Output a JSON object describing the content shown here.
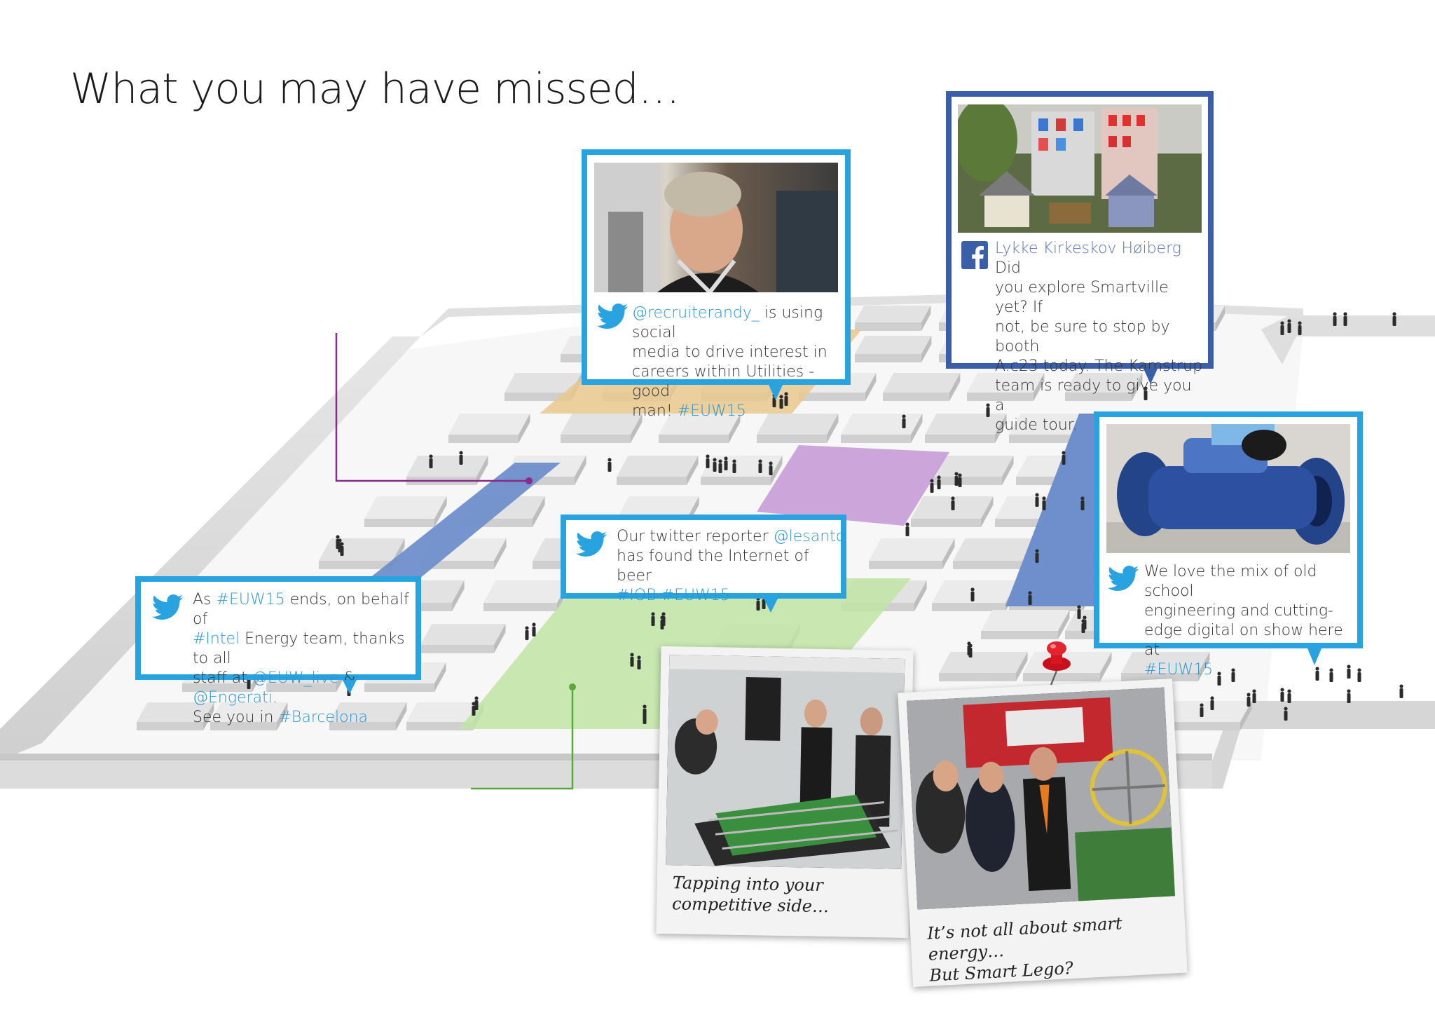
{
  "page": {
    "title": "What you may have missed…"
  },
  "colors": {
    "twitter_blue": "#29a3df",
    "facebook_blue": "#3b5ea8",
    "hashtag_blue": "#2b95cf",
    "zone_orange": "#e9c98e",
    "zone_purple": "#c79bd6",
    "zone_green": "#bfe4a4",
    "zone_blue": "#6f8fcc",
    "leader_purple": "#8a2b8a",
    "leader_green": "#5aa83c"
  },
  "cards": {
    "randy": {
      "network": "twitter",
      "icon": "twitter-bird-icon",
      "handle": "@recruiterandy_",
      "line1_rest": " is using social",
      "line2": "media to drive interest in",
      "line3": "careers within Utilities - good",
      "line4_pre": "man! ",
      "hashtag": "#EUW15"
    },
    "kamstrup": {
      "network": "facebook",
      "icon": "facebook-logo-icon",
      "author": "Lykke Kirkeskov Høiberg",
      "line1_rest": " Did",
      "line2": "you explore Smartville yet? If",
      "line3": "not, be sure to stop by booth",
      "line4": "A.c23 today. The Kamstrup",
      "line5": "team is ready to give you a",
      "line6": "guide tour."
    },
    "lesanto": {
      "network": "twitter",
      "icon": "twitter-bird-icon",
      "line1_pre": "Our twitter reporter ",
      "handle": "@lesanto",
      "line2": "has found the Internet of beer",
      "tag1": "#IOB",
      "tag2": "#EUW15"
    },
    "intel": {
      "network": "twitter",
      "icon": "twitter-bird-icon",
      "l1_pre": "As ",
      "l1_tag": "#EUW15",
      "l1_rest": " ends, on behalf of",
      "l2_tag": "#Intel",
      "l2_rest": " Energy team, thanks to all",
      "l3_pre": "staff at ",
      "l3_h1": "@EUW_live",
      "l3_mid": " & ",
      "l3_h2": "@Engerati",
      "l3_end": ".",
      "l4_pre": "See you in ",
      "l4_tag": "#Barcelona"
    },
    "meter": {
      "network": "twitter",
      "icon": "twitter-bird-icon",
      "line1": "We love the mix of old school",
      "line2": "engineering and cutting-",
      "line3": "edge digital on show here at",
      "hashtag": "#EUW15"
    }
  },
  "polaroids": {
    "foosball": {
      "caption_line1": "Tapping into your",
      "caption_line2": "competitive side…",
      "photo_icon": "foosball-photo"
    },
    "lego": {
      "caption_line1": "It’s not all about smart energy…",
      "caption_line2": "But Smart Lego?",
      "photo_icon": "lego-photo",
      "pin_icon": "red-pushpin-icon"
    }
  }
}
